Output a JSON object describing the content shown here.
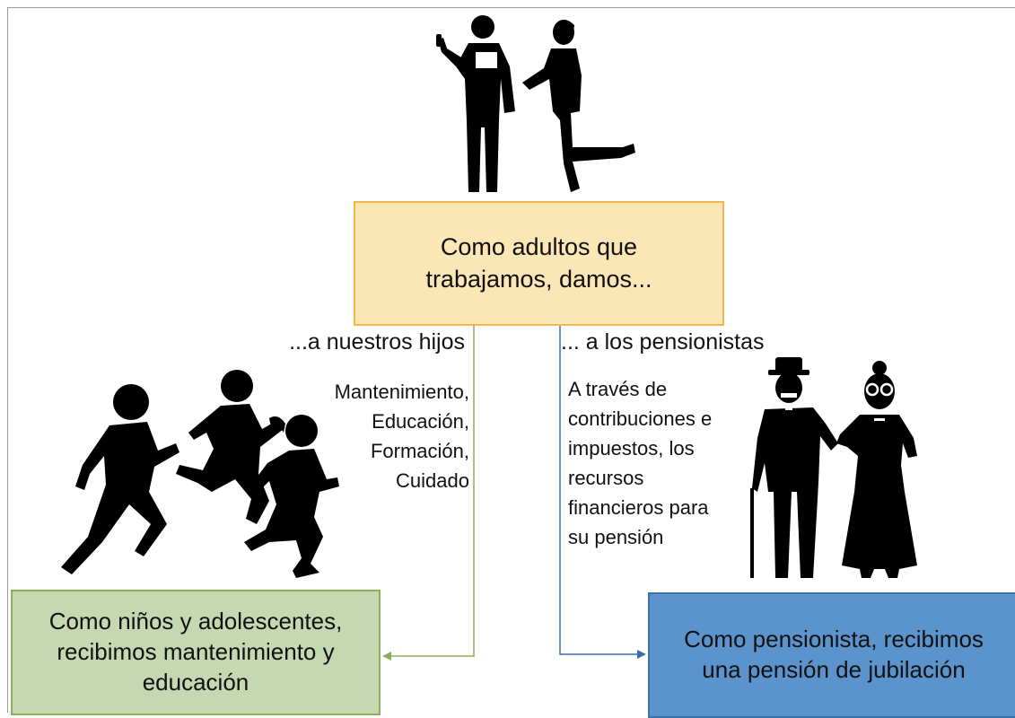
{
  "center_box": {
    "lines": [
      "Como adultos que",
      "trabajamos, damos..."
    ]
  },
  "left_branch": {
    "heading": "...a nuestros hijos",
    "items": [
      "Mantenimiento,",
      "Educación,",
      "Formación,",
      "Cuidado"
    ]
  },
  "right_branch": {
    "heading": "... a los pensionistas",
    "lines": [
      "A través de",
      "contribuciones e",
      "impuestos, los",
      "recursos",
      "financieros para",
      "su pensión"
    ]
  },
  "left_box": {
    "lines": [
      "Como niños y adolescentes,",
      "recibimos mantenimiento y",
      "educación"
    ]
  },
  "right_box": {
    "lines": [
      "Como pensionista, recibimos",
      "una pensión de jubilación"
    ]
  },
  "colors": {
    "center_fill": "#fbe6b6",
    "center_border": "#f2b84b",
    "left_fill": "#c6d8b2",
    "left_border": "#8cb05a",
    "right_fill": "#5b93cc",
    "right_border": "#3b6fa8",
    "silhouette": "#000000"
  },
  "icons": [
    "business-people-silhouette-icon",
    "running-children-silhouette-icon",
    "elderly-couple-silhouette-icon"
  ]
}
